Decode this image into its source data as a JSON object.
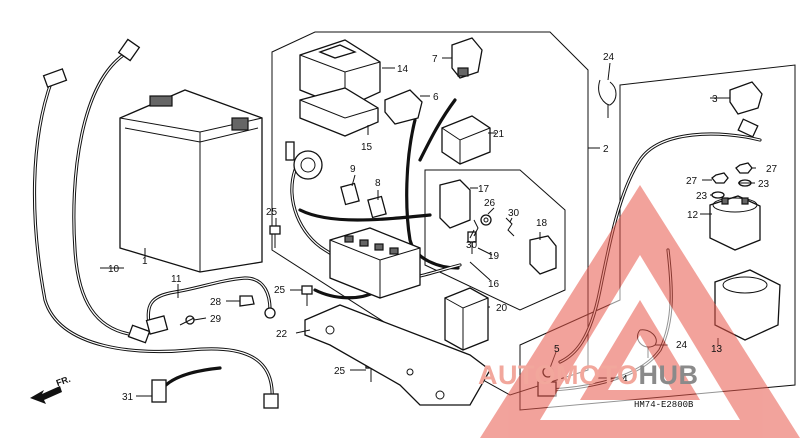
{
  "diagram": {
    "callouts": [
      "1",
      "2",
      "3",
      "4",
      "5",
      "6",
      "7",
      "8",
      "9",
      "10",
      "11",
      "12",
      "13",
      "14",
      "15",
      "16",
      "17",
      "18",
      "19",
      "20",
      "21",
      "22",
      "23",
      "23",
      "24",
      "24",
      "25",
      "25",
      "25",
      "26",
      "27",
      "27",
      "28",
      "29",
      "30",
      "30",
      "31"
    ],
    "direction_marker": "FR.",
    "drawing_code": "HM74-E2800B"
  },
  "watermark": {
    "part1": "AUTO",
    "part2": "MOTO",
    "part3": "HUB",
    "colors": {
      "triangle": "#e8574a",
      "accent_text": "#f2a79c",
      "gray_text": "#8a8a8a"
    }
  }
}
